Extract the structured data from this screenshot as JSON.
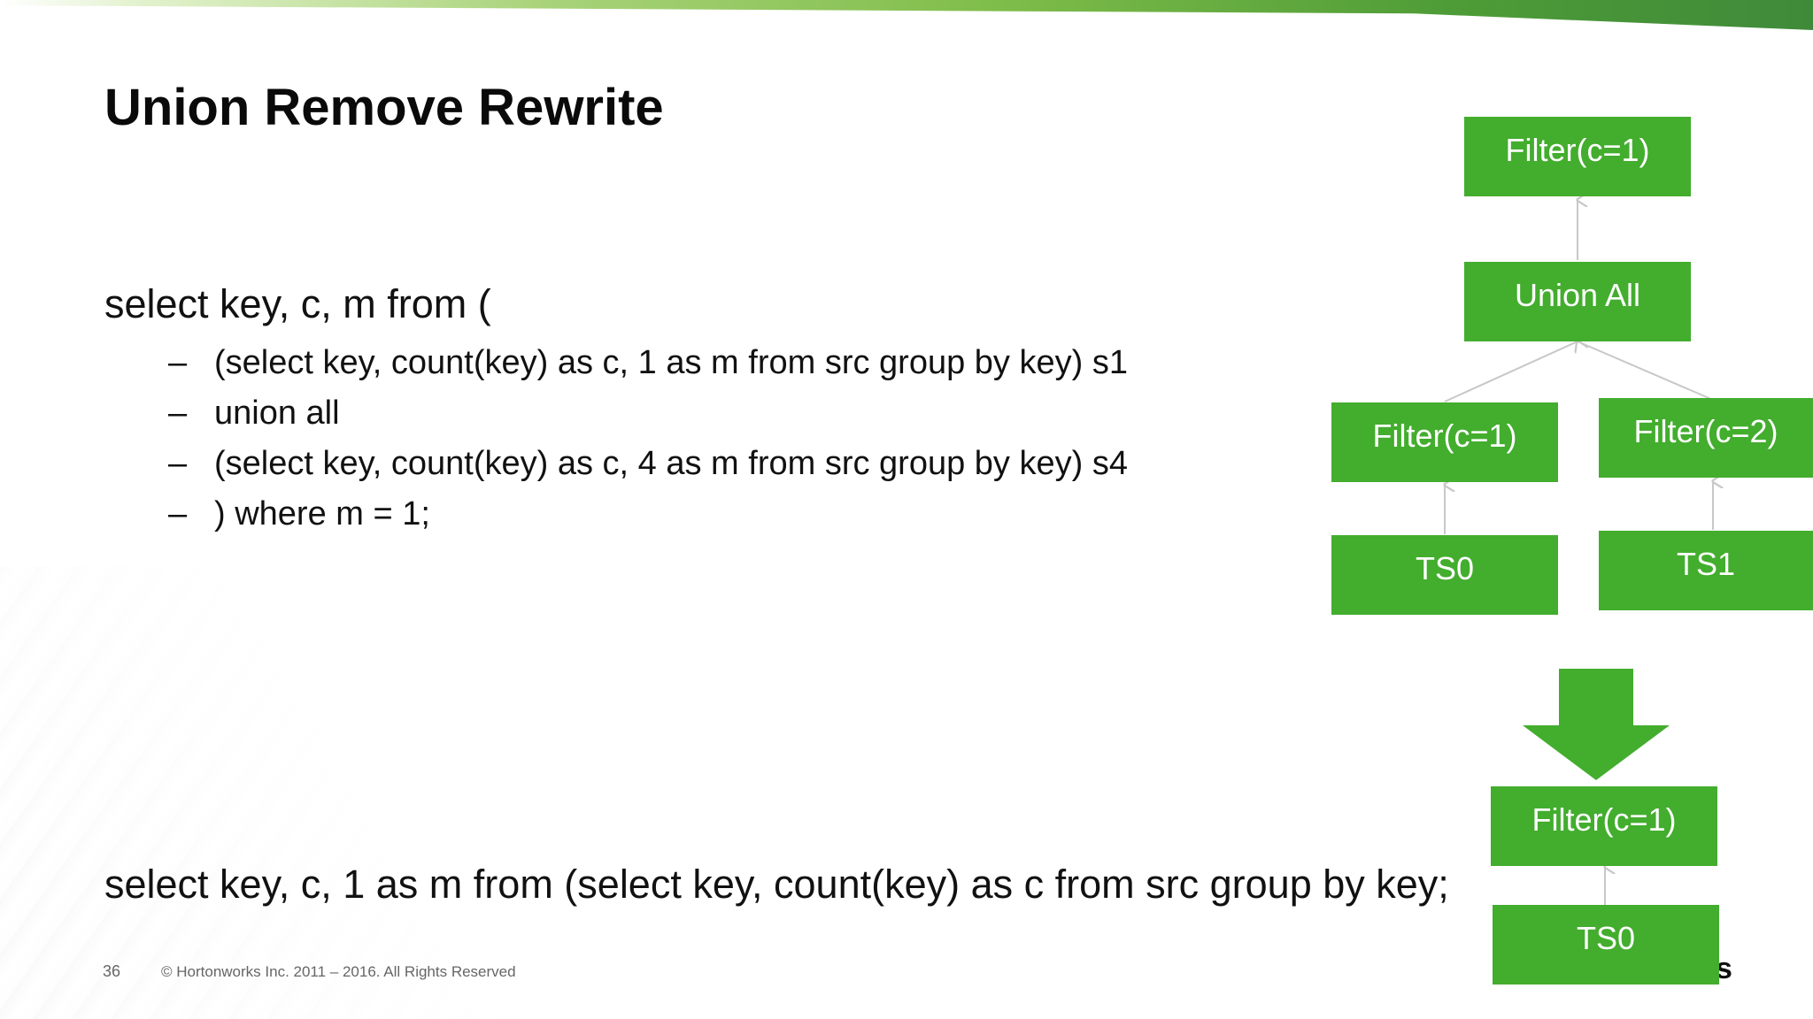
{
  "slide": {
    "title": "Union Remove Rewrite",
    "page_number": "36",
    "copyright": "© Hortonworks Inc. 2011 – 2016. All Rights Reserved",
    "logo_fragment": "s",
    "query": {
      "head": "select key, c, m from (",
      "bullet_marker": "–",
      "lines": [
        "(select key, count(key) as c, 1 as m from src group by key) s1",
        "union all",
        "(select key, count(key) as c, 4 as m from src group by key) s4",
        ") where m = 1;"
      ]
    },
    "rewritten_query": "select key, c, 1 as m from (select key, count(key) as c from src group by key;"
  },
  "diagram": {
    "colors": {
      "node_fill": "#43ad2e",
      "node_text": "#ffffff",
      "edge": "#c8c8c8"
    },
    "before": {
      "top_filter": "Filter(c=1)",
      "union": "Union All",
      "left_filter": "Filter(c=1)",
      "right_filter": "Filter(c=2)",
      "left_scan": "TS0",
      "right_scan": "TS1"
    },
    "after": {
      "filter": "Filter(c=1)",
      "scan": "TS0"
    }
  }
}
